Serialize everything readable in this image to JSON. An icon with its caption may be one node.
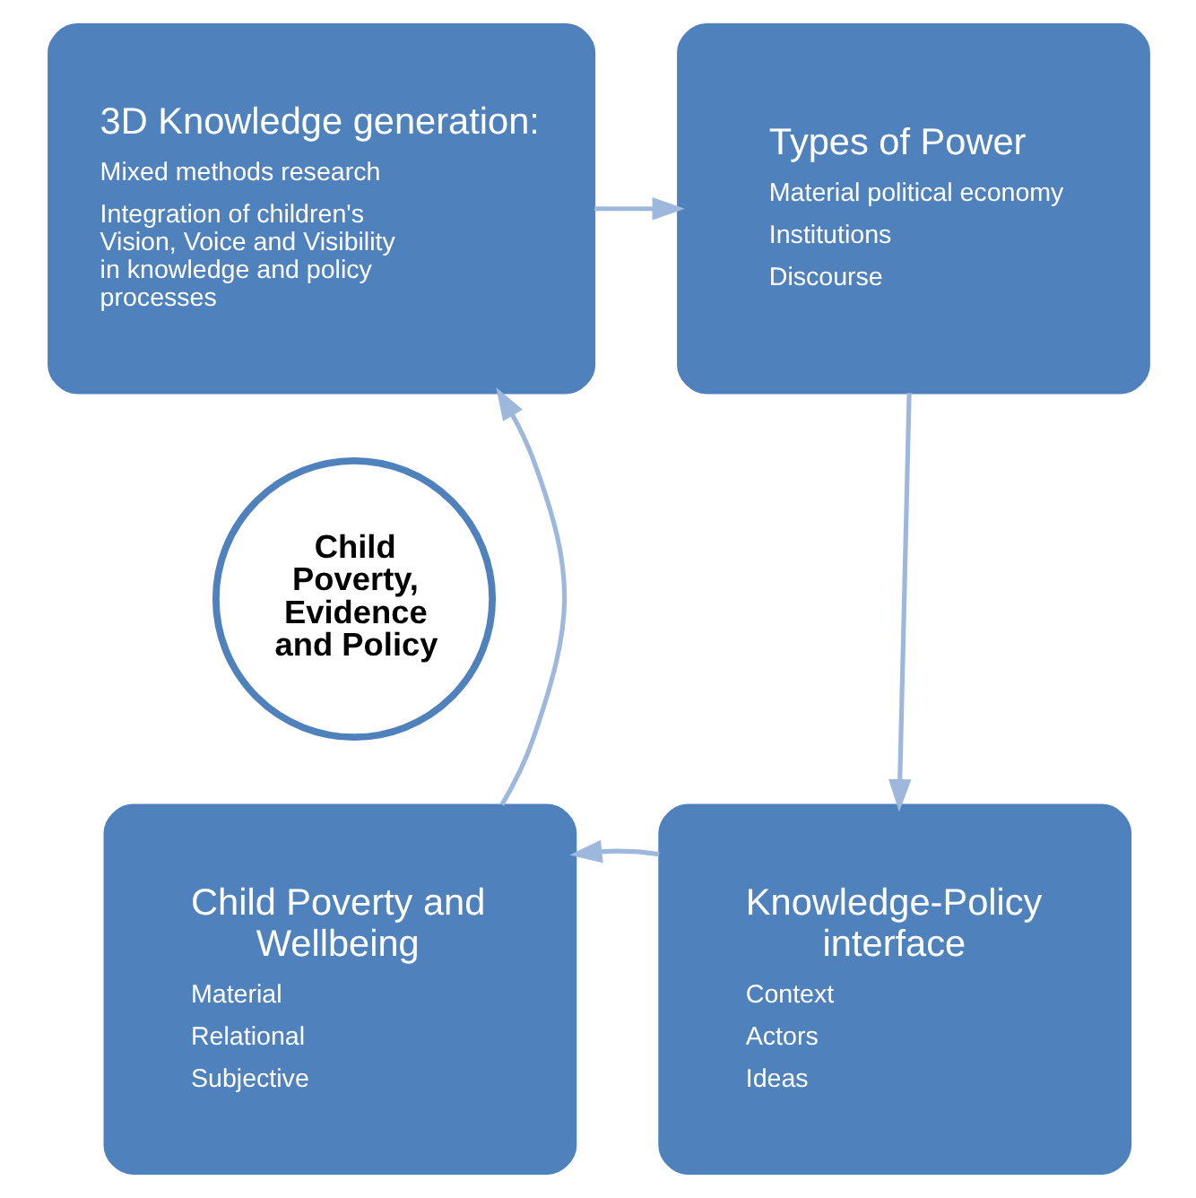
{
  "diagram": {
    "nodes": [
      {
        "text": [
          "3D Knowledge generation:",
          "Mixed methods research",
          "Integration of children's Vision, Voice and Visibility in knowledge and policy processes"
        ]
      },
      {
        "text": [
          "Types of Power",
          "Material political economy",
          "Institutions",
          "Discourse"
        ]
      },
      {
        "text": [
          "Child Poverty, Evidence and Policy"
        ]
      },
      {
        "text": [
          "Child Poverty and Wellbeing",
          "Material",
          "Relational",
          "Subjective"
        ]
      },
      {
        "text": [
          "Knowledge-Policy interface",
          "Context",
          "Actors",
          "Ideas"
        ]
      }
    ],
    "edges": [
      {
        "from": 0,
        "to": 1,
        "arrow": "to"
      },
      {
        "from": 1,
        "to": 4,
        "arrow": "to"
      },
      {
        "from": 4,
        "to": 3,
        "arrow": "to"
      },
      {
        "from": 3,
        "to": 0,
        "arrow": "to"
      }
    ]
  }
}
